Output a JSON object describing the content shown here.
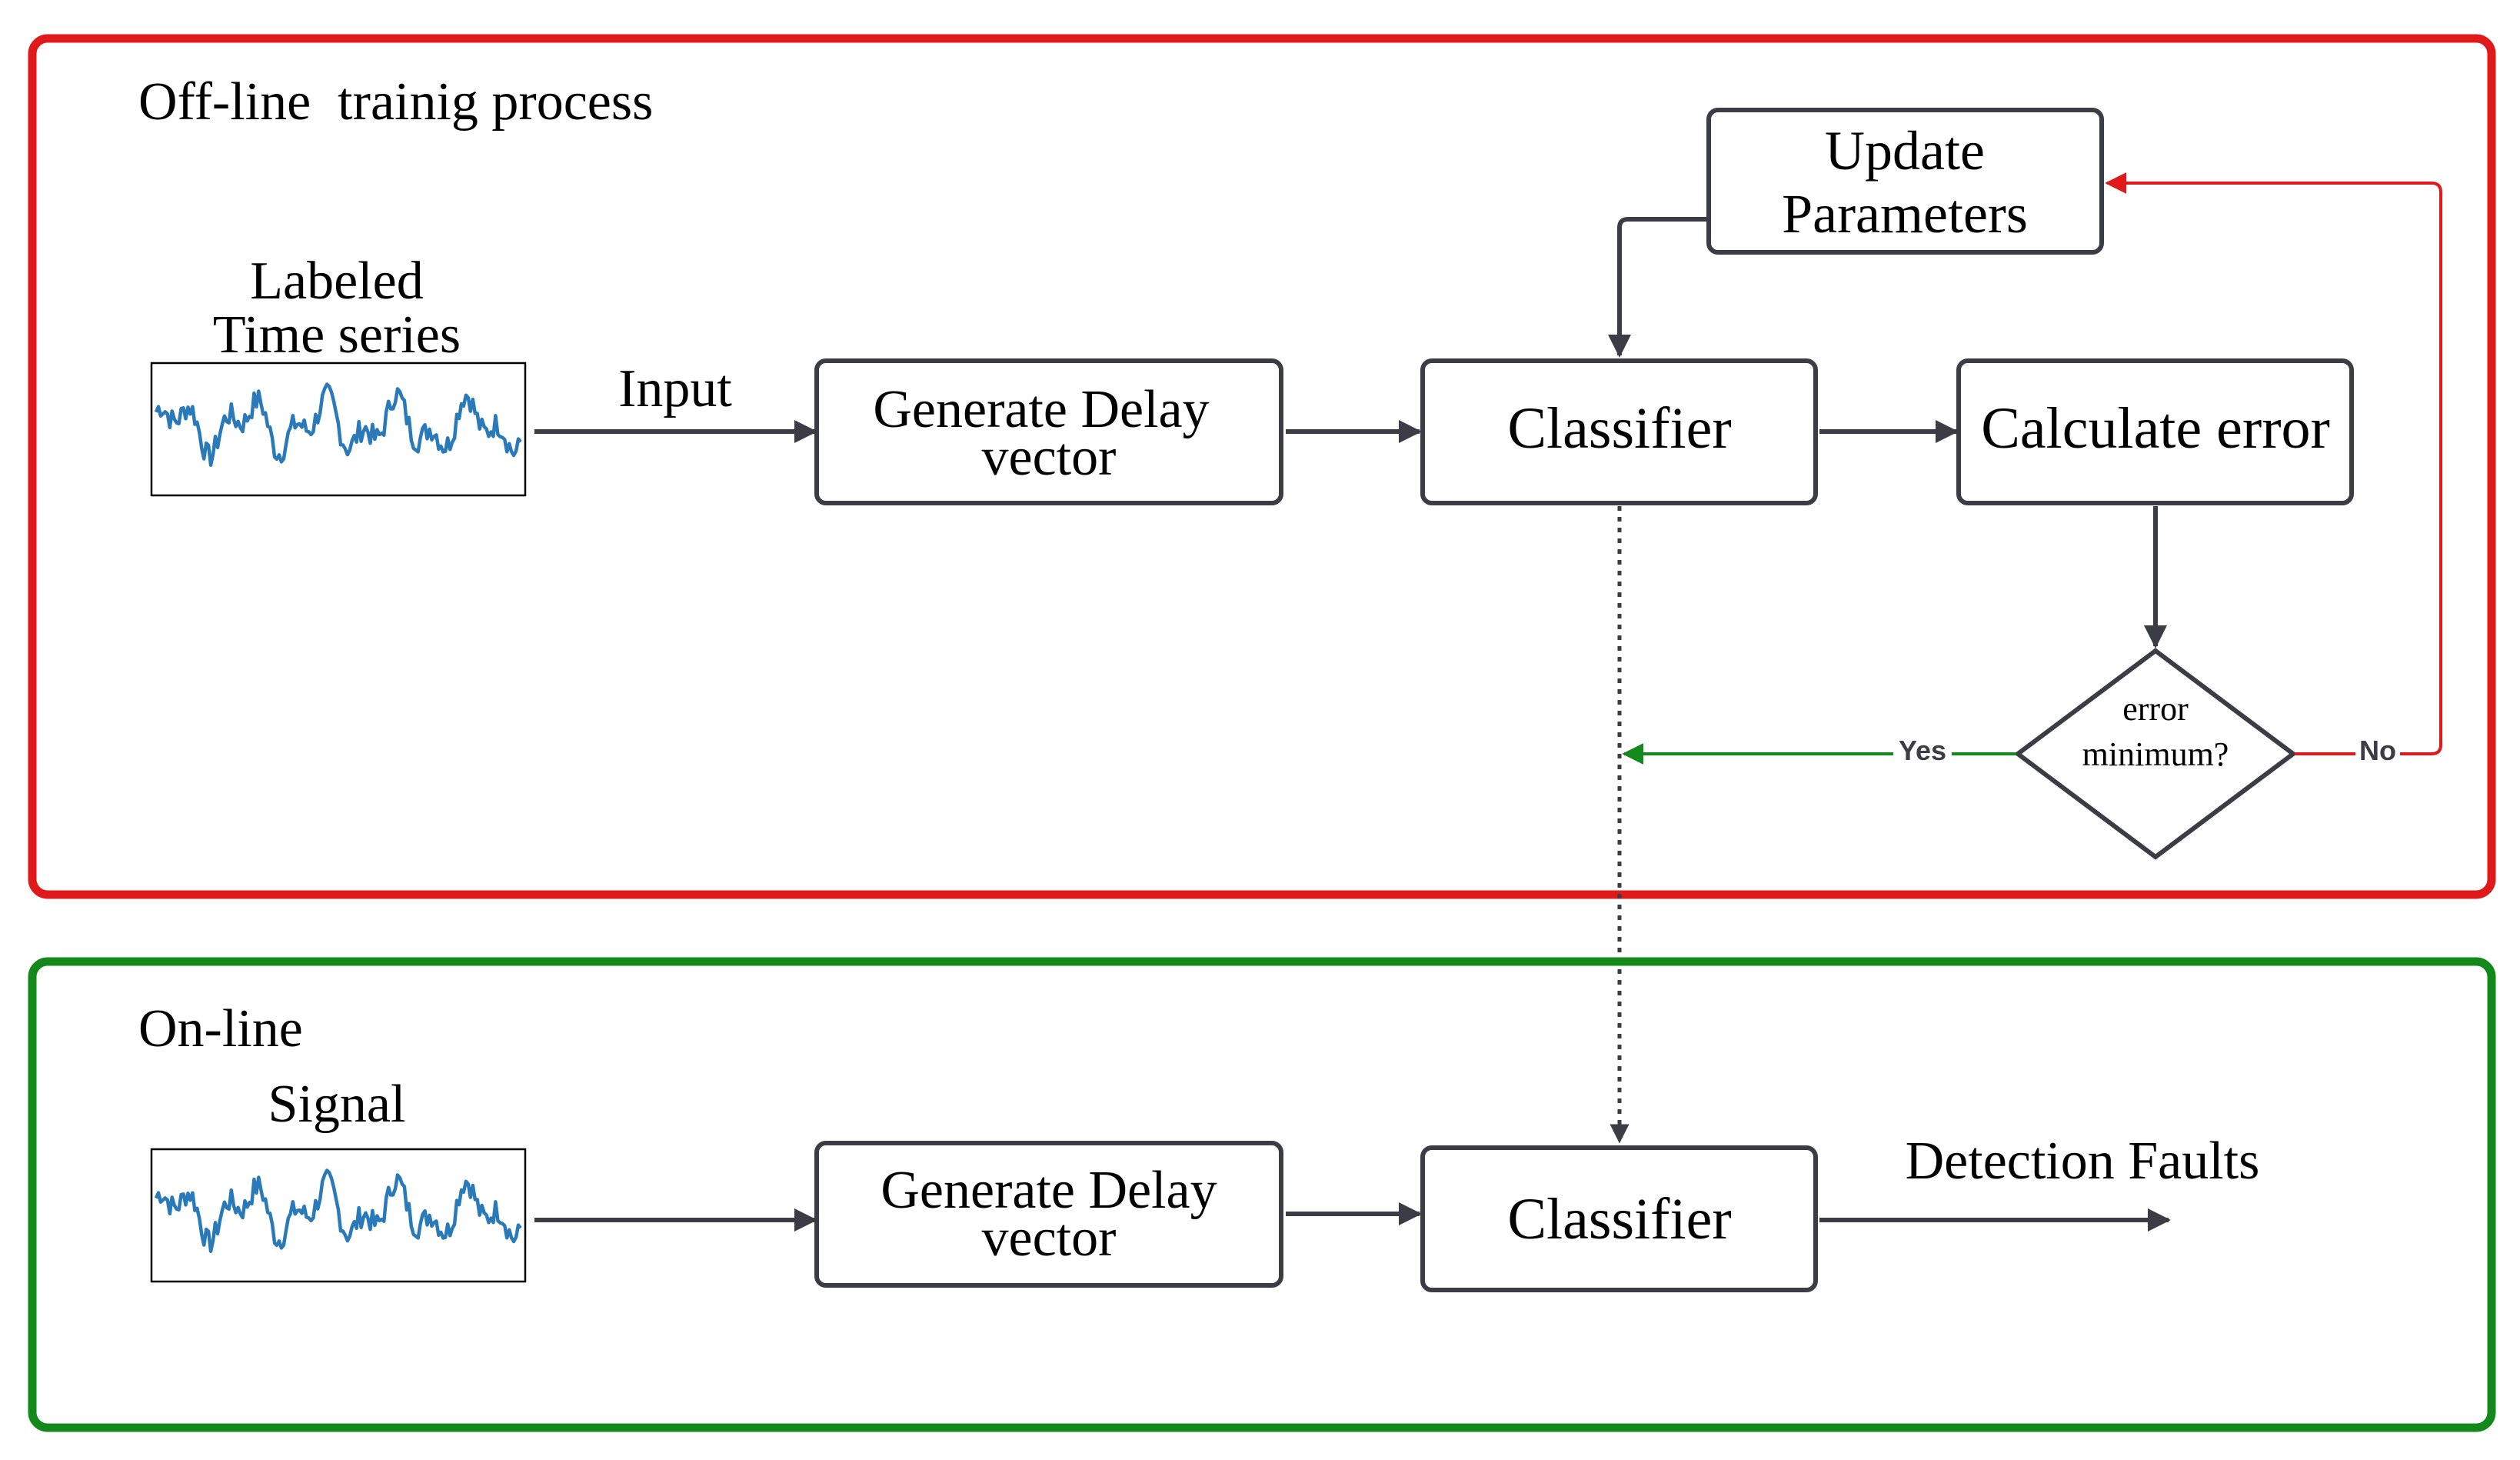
{
  "colors": {
    "offline_frame": "#e0191b",
    "online_frame": "#12891a",
    "node_border": "#3a3d46",
    "signal_line": "#2a7ab9",
    "yes_arrow": "#12891a",
    "no_arrow": "#e0191b"
  },
  "offline": {
    "title": "Off-line  trainig process",
    "signal_label_line1": "Labeled",
    "signal_label_line2": "Time series",
    "input_label": "Input",
    "generate_line1": "Generate Delay",
    "generate_line2": "vector",
    "classifier": "Classifier",
    "calculate_error": "Calculate error",
    "update_line1": "Update",
    "update_line2": "Parameters",
    "decision_line1": "error",
    "decision_line2": "minimum?",
    "yes_label": "Yes",
    "no_label": "No"
  },
  "online": {
    "title": "On-line",
    "signal_label": "Signal",
    "generate_line1": "Generate Delay",
    "generate_line2": "vector",
    "classifier": "Classifier",
    "output_label": "Detection Faults"
  }
}
